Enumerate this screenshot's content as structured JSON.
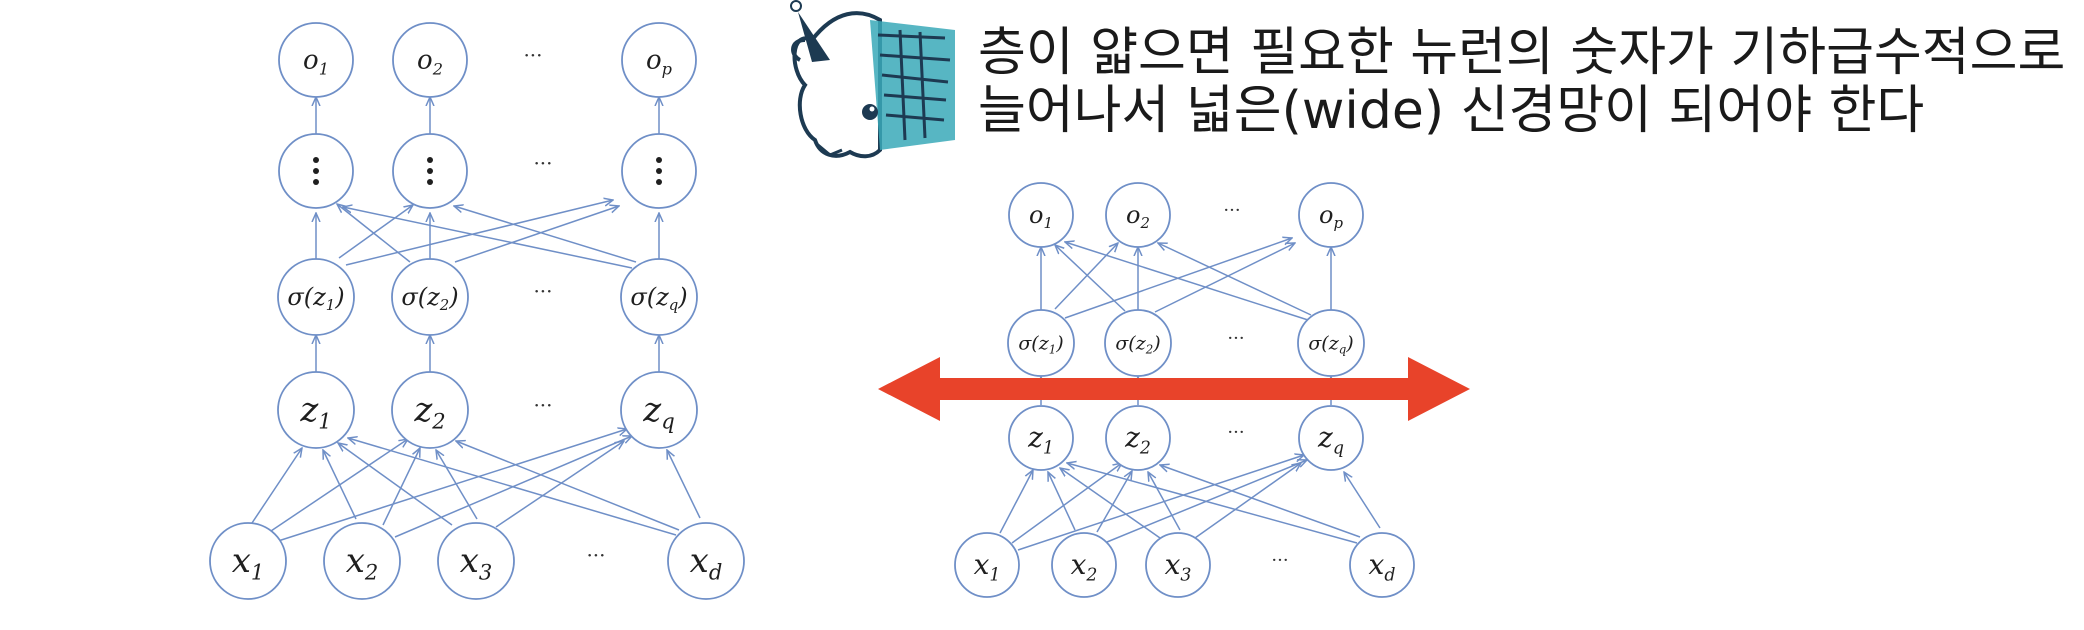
{
  "caption": {
    "line1": "층이 얇으면 필요한 뉴런의 숫자가 기하급수적으로",
    "line2": "늘어나서 넓은(wide) 신경망이 되어야 한다"
  },
  "ellipsis": "···",
  "vdots": "⋮",
  "labels": {
    "o1": [
      "o",
      "1"
    ],
    "o2": [
      "o",
      "2"
    ],
    "op": [
      "o",
      "p"
    ],
    "s1": [
      "σ(z",
      "1",
      ")"
    ],
    "s2": [
      "σ(z",
      "2",
      ")"
    ],
    "sq": [
      "σ(z",
      "q",
      ")"
    ],
    "z1": [
      "z",
      "1"
    ],
    "z2": [
      "z",
      "2"
    ],
    "zq": [
      "z",
      "q"
    ],
    "x1": [
      "x",
      "1"
    ],
    "x2": [
      "x",
      "2"
    ],
    "x3": [
      "x",
      "3"
    ],
    "xd": [
      "x",
      "d"
    ]
  },
  "colors": {
    "node": "#6f8fc7",
    "arrow": "#e8432a",
    "mascot": "#1d3a52"
  },
  "icons": {
    "mascot": "unicorn-mascot-icon",
    "arrow": "double-arrow-icon"
  }
}
